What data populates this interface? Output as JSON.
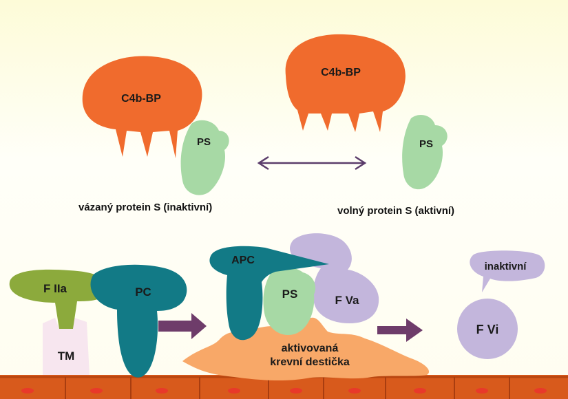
{
  "top": {
    "bound_complex": {
      "c4bbp_label": "C4b-BP",
      "ps_label": "PS"
    },
    "free_complex": {
      "c4bbp_label": "C4b-BP",
      "ps_label": "PS"
    },
    "bound_caption": "vázaný protein S (inaktivní)",
    "free_caption": "volný protein S (aktivní)"
  },
  "bottom": {
    "fiia_label": "F IIa",
    "tm_label": "TM",
    "pc_label": "PC",
    "apc_label": "APC",
    "ps_label": "PS",
    "fva_label": "F Va",
    "platelet_label_1": "aktivovaná",
    "platelet_label_2": "krevní destička",
    "bubble_label": "inaktivní",
    "fvi_label": "F Vi"
  },
  "colors": {
    "background": "#fefef2",
    "c4bbp": "#f06b2d",
    "protein_s": "#a7d9a5",
    "fiia": "#8caa3c",
    "tm": "#f7e6ef",
    "pc_apc": "#127a86",
    "fva": "#c3b6dc",
    "platelet": "#f8a868",
    "arrow": "#6e3c6a",
    "double_arrow": "#5b3d6b",
    "endothelium": "#d85a1c",
    "cell_nucleus": "#e8392a"
  }
}
